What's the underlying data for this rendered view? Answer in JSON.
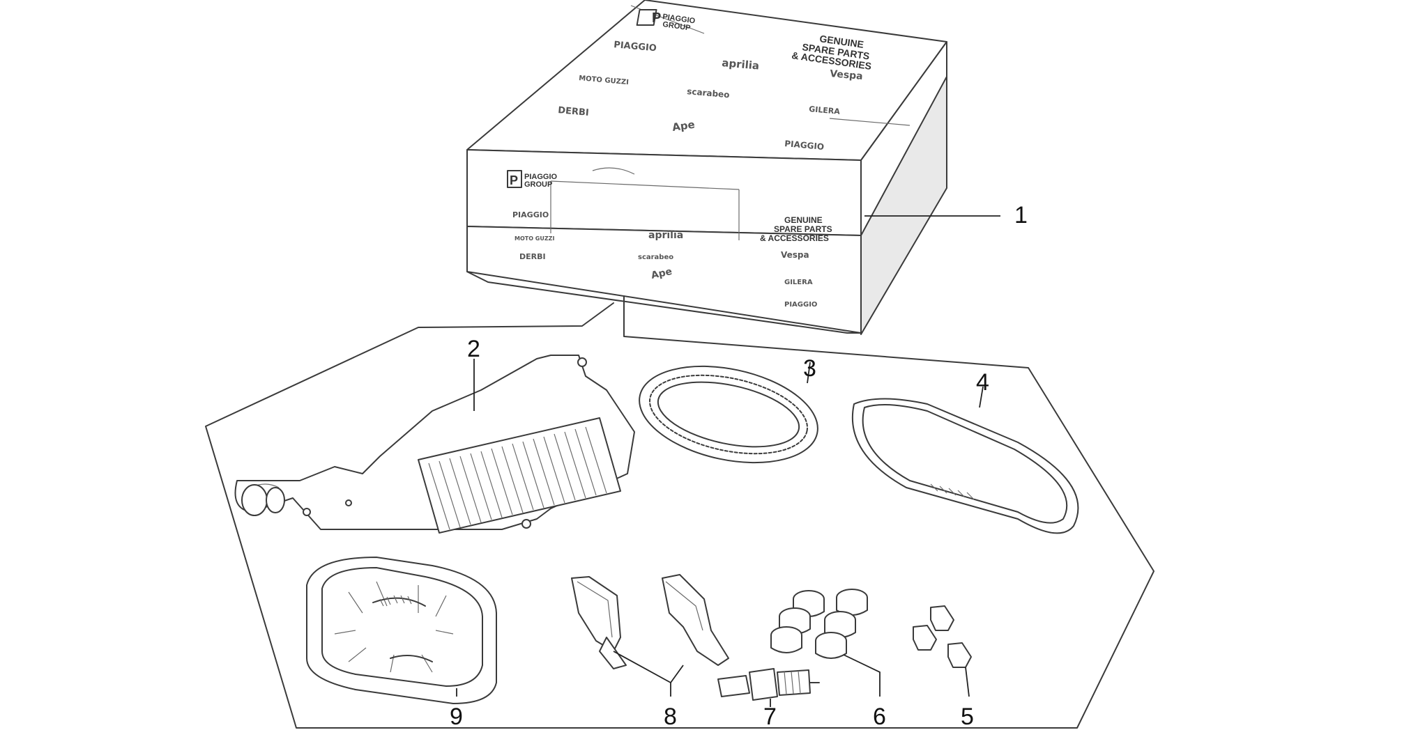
{
  "box": {
    "group_label_1": "PIAGGIO",
    "group_label_2": "GROUP",
    "genuine_1": "GENUINE",
    "genuine_2": "SPARE PARTS",
    "genuine_3": "& ACCESSORIES",
    "brands": [
      "PIAGGIO",
      "aprilia",
      "Vespa",
      "MOTO GUZZI",
      "scarabeo",
      "DERBI",
      "GILERA",
      "Ape",
      "PIAGGIO"
    ]
  },
  "callouts": [
    "1",
    "2",
    "3",
    "4",
    "5",
    "6",
    "7",
    "8",
    "9"
  ],
  "colors": {
    "line": "#3a3a3a",
    "background": "#ffffff"
  }
}
